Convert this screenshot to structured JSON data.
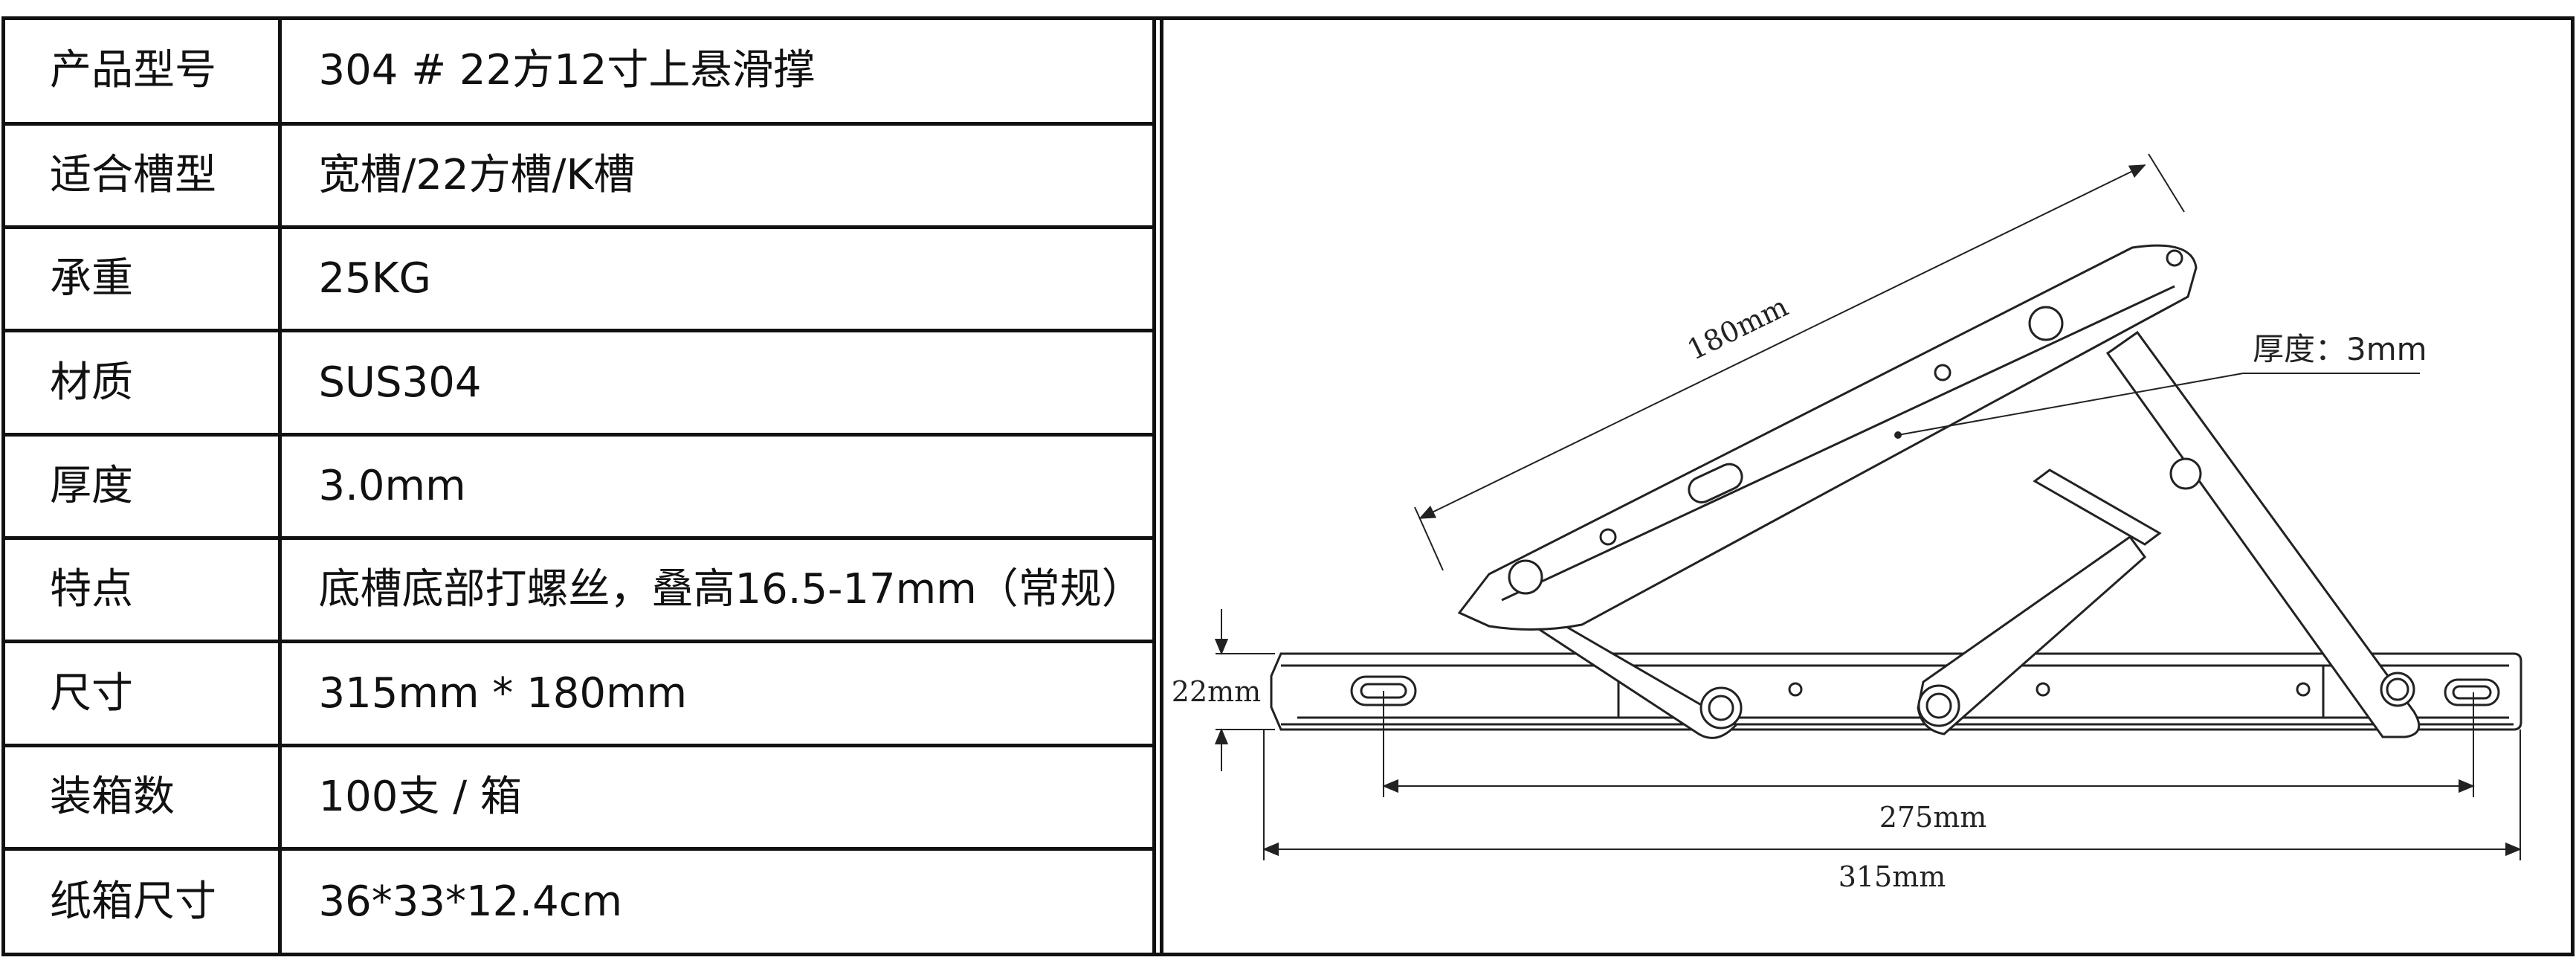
{
  "spec": {
    "rows": [
      {
        "label": "产品型号",
        "value": "304 # 22方12寸上悬滑撑"
      },
      {
        "label": "适合槽型",
        "value": "宽槽/22方槽/K槽"
      },
      {
        "label": "承重",
        "value": "25KG"
      },
      {
        "label": "材质",
        "value": "SUS304"
      },
      {
        "label": "厚度",
        "value": "3.0mm"
      },
      {
        "label": "特点",
        "value": "底槽底部打螺丝，叠高16.5-17mm（常规）"
      },
      {
        "label": "尺寸",
        "value": "315mm * 180mm"
      },
      {
        "label": "装箱数",
        "value": "100支 / 箱"
      },
      {
        "label": "纸箱尺寸",
        "value": "36*33*12.4cm"
      }
    ]
  },
  "diagram": {
    "dim_arm_length": "180mm",
    "dim_height": "22mm",
    "dim_hole_spacing": "275mm",
    "dim_total_length": "315mm",
    "thickness_callout": "厚度：3mm"
  }
}
